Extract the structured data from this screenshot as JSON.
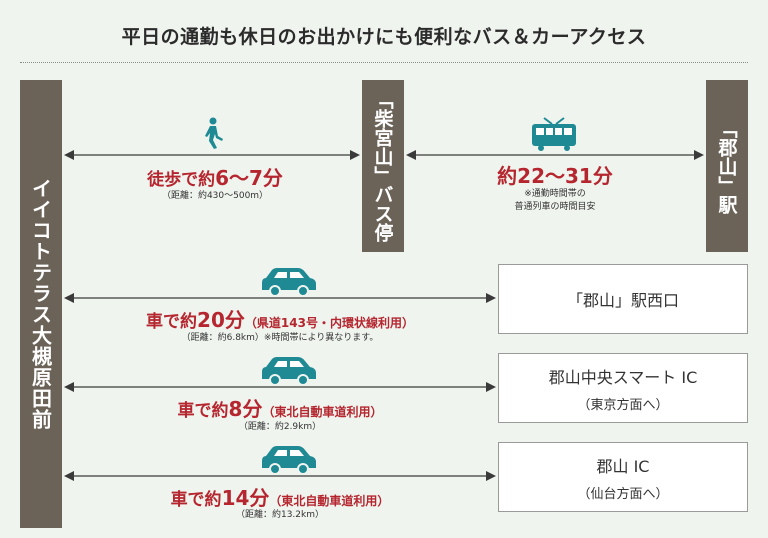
{
  "title": "平日の通勤も休日のお出かけにも便利なバス＆カーアクセス",
  "pillars": {
    "origin": "イイコトテラス大槻原田前",
    "bus_stop": "「柴宮山」バス停",
    "station": "「郡山」駅"
  },
  "walk": {
    "icon": "walking-person-icon",
    "prefix": "徒歩で約",
    "time": "6〜7分",
    "note": "（距離：約430〜500m）"
  },
  "train": {
    "icon": "train-icon",
    "time": "約22〜31分",
    "note1": "※通勤時間帯の",
    "note2": "普通列車の時間目安"
  },
  "routes": [
    {
      "icon": "car-icon",
      "prefix": "車で約",
      "time": "20分",
      "road": "（県道143号・内環状線利用）",
      "note": "（距離：約6.8km）※時間帯により異なります。",
      "dest": "「郡山」駅西口",
      "dest_sub": ""
    },
    {
      "icon": "car-icon",
      "prefix": "車で約",
      "time": "8分",
      "road": "（東北自動車道利用）",
      "note": "（距離：約2.9km）",
      "dest": "郡山中央スマート IC",
      "dest_sub": "（東京方面へ）"
    },
    {
      "icon": "car-icon",
      "prefix": "車で約",
      "time": "14分",
      "road": "（東北自動車道利用）",
      "note": "（距離：約13.2km）",
      "dest": "郡山 IC",
      "dest_sub": "（仙台方面へ）"
    }
  ],
  "colors": {
    "accent_red": "#b5262f",
    "teal": "#1f8a94",
    "pillar": "#6b6258"
  }
}
